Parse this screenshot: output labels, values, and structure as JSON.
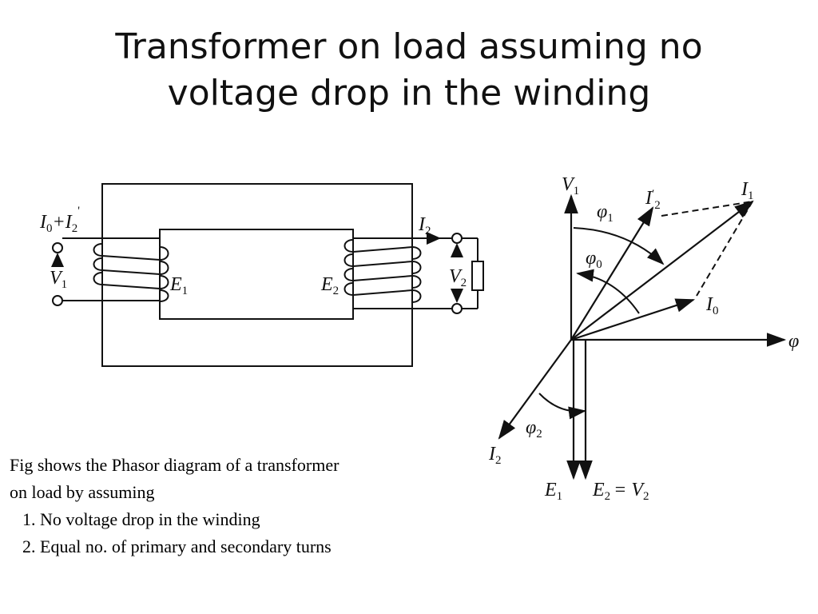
{
  "slide": {
    "title_line1": "Transformer on load assuming no",
    "title_line2": "voltage drop in the winding"
  },
  "transformer_figure": {
    "labels": {
      "primary_current": "I",
      "primary_current_sub0": "0",
      "primary_current_plus": "+",
      "primary_current2": "I",
      "primary_current_sub2": "2",
      "primary_current_prime": "'",
      "v1": "V",
      "v1_sub": "1",
      "e1": "E",
      "e1_sub": "1",
      "e2": "E",
      "e2_sub": "2",
      "i2": "I",
      "i2_sub": "2",
      "v2": "V",
      "v2_sub": "2"
    }
  },
  "phasor_figure": {
    "labels": {
      "v1": "V",
      "v1_sub": "1",
      "phi1": "φ",
      "phi1_sub": "1",
      "i2p": "I",
      "i2p_prime": "′",
      "i2p_sub": "2",
      "i1": "I",
      "i1_sub": "1",
      "phi0": "φ",
      "phi0_sub": "0",
      "i0": "I",
      "i0_sub": "0",
      "phi": "φ",
      "phi2": "φ",
      "phi2_sub": "2",
      "i2": "I",
      "i2_sub": "2",
      "e1": "E",
      "e1_sub": "1",
      "e2v2": "E",
      "e2v2_sub": "2",
      "e2v2_eq": "= V",
      "e2v2_sub2": "2"
    }
  },
  "description": {
    "intro_line1": "Fig shows the Phasor diagram of a transformer",
    "intro_line2": "on load by assuming",
    "items": [
      "No voltage drop in the winding",
      "Equal no. of primary and secondary turns"
    ]
  }
}
